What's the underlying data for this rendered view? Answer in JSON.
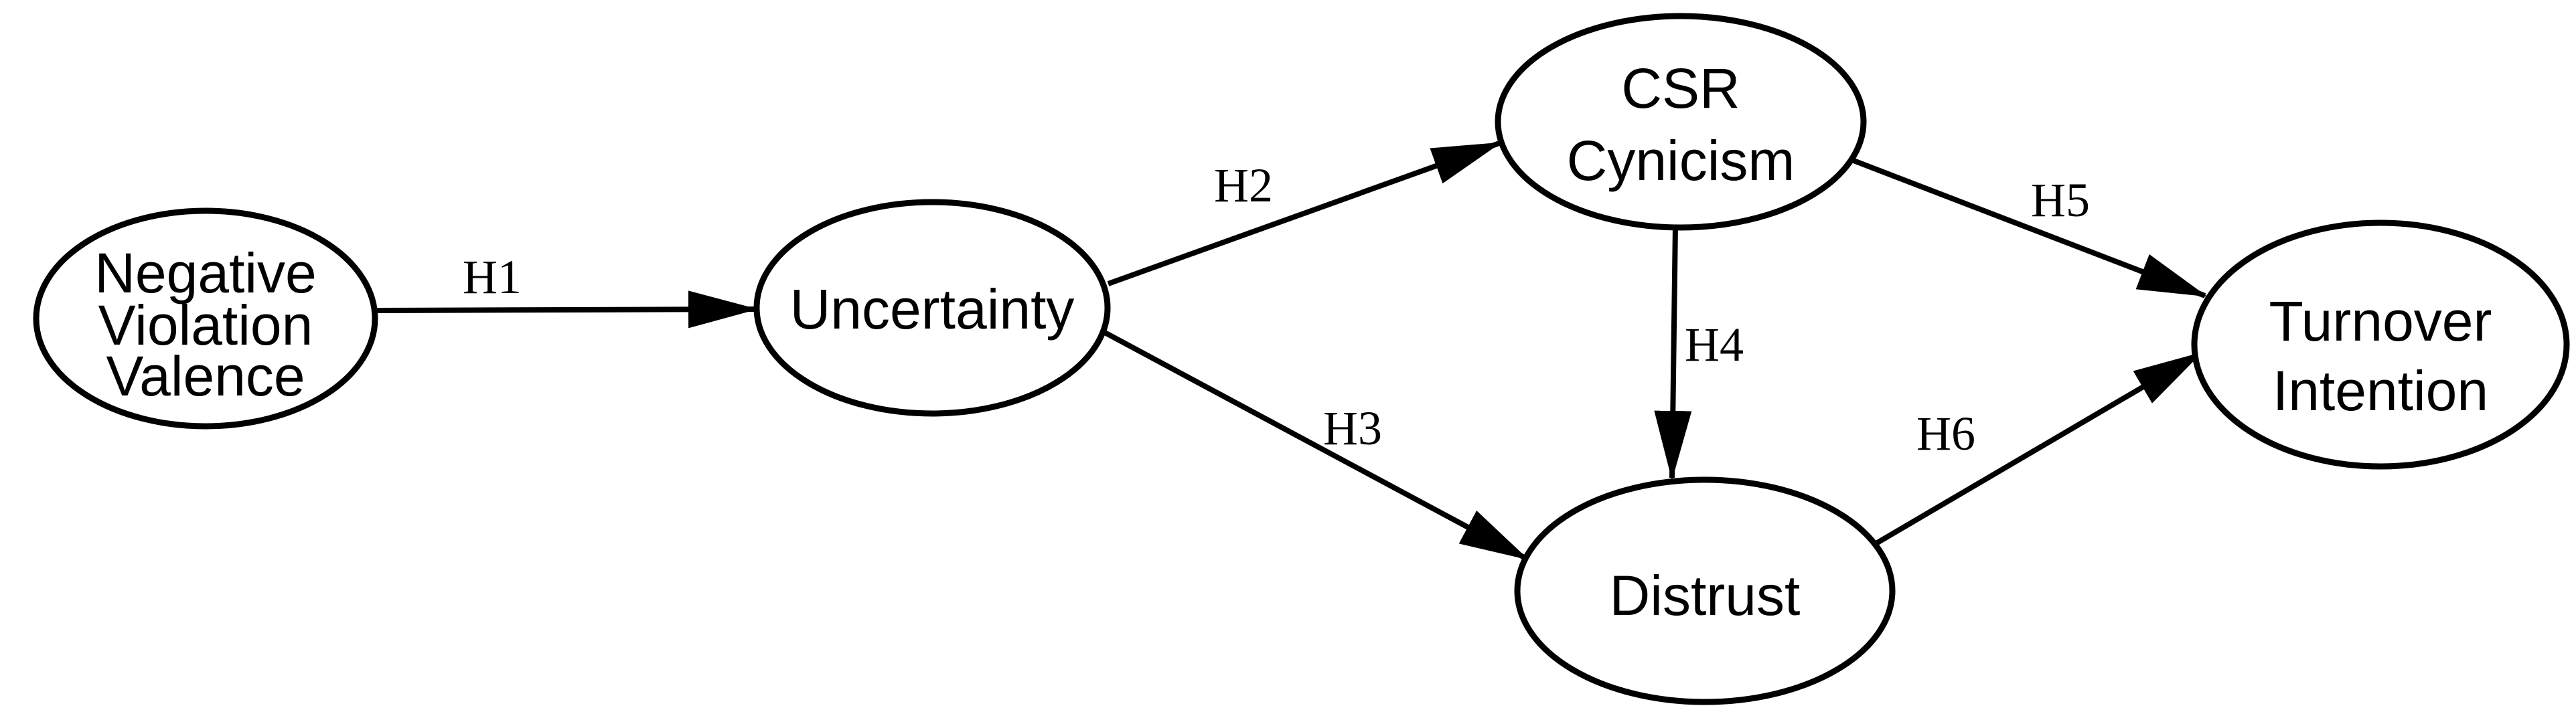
{
  "figure": {
    "type": "path-diagram",
    "description_colors": {
      "ink": "#000000",
      "background": "#ffffff"
    },
    "nodes": [
      {
        "id": "negative-violation-valence",
        "shape": "ellipse",
        "lines": [
          "Negative",
          "Violation",
          "Valence"
        ]
      },
      {
        "id": "uncertainty",
        "shape": "ellipse",
        "lines": [
          "Uncertainty"
        ]
      },
      {
        "id": "csr-cynicism",
        "shape": "ellipse",
        "lines": [
          "CSR",
          "Cynicism"
        ]
      },
      {
        "id": "distrust",
        "shape": "ellipse",
        "lines": [
          "Distrust"
        ]
      },
      {
        "id": "turnover-intention",
        "shape": "ellipse",
        "lines": [
          "Turnover",
          "Intention"
        ]
      }
    ],
    "edges": [
      {
        "id": "h1",
        "label": "H1",
        "from": "negative-violation-valence",
        "to": "uncertainty"
      },
      {
        "id": "h2",
        "label": "H2",
        "from": "uncertainty",
        "to": "csr-cynicism"
      },
      {
        "id": "h3",
        "label": "H3",
        "from": "uncertainty",
        "to": "distrust"
      },
      {
        "id": "h4",
        "label": "H4",
        "from": "csr-cynicism",
        "to": "distrust"
      },
      {
        "id": "h5",
        "label": "H5",
        "from": "csr-cynicism",
        "to": "turnover-intention"
      },
      {
        "id": "h6",
        "label": "H6",
        "from": "distrust",
        "to": "turnover-intention"
      }
    ]
  }
}
